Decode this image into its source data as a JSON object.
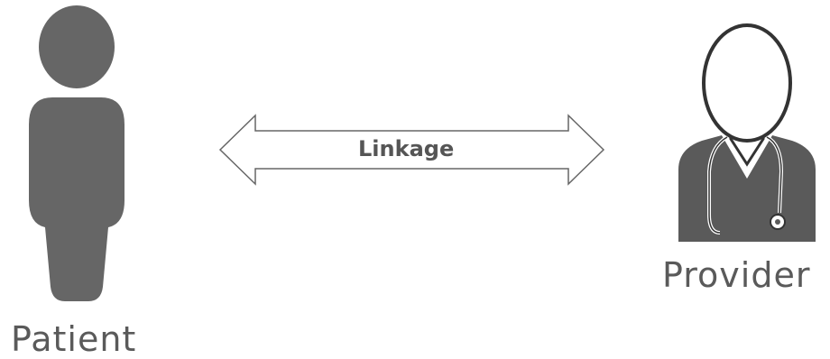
{
  "diagram": {
    "nodes": {
      "patient": {
        "label": "Patient",
        "icon": "person-silhouette-icon",
        "color": "#666666"
      },
      "provider": {
        "label": "Provider",
        "icon": "doctor-with-stethoscope-icon",
        "color": "#555555"
      }
    },
    "edge": {
      "label": "Linkage",
      "direction": "bidirectional",
      "from": "patient",
      "to": "provider",
      "stroke_color": "#666666"
    }
  }
}
